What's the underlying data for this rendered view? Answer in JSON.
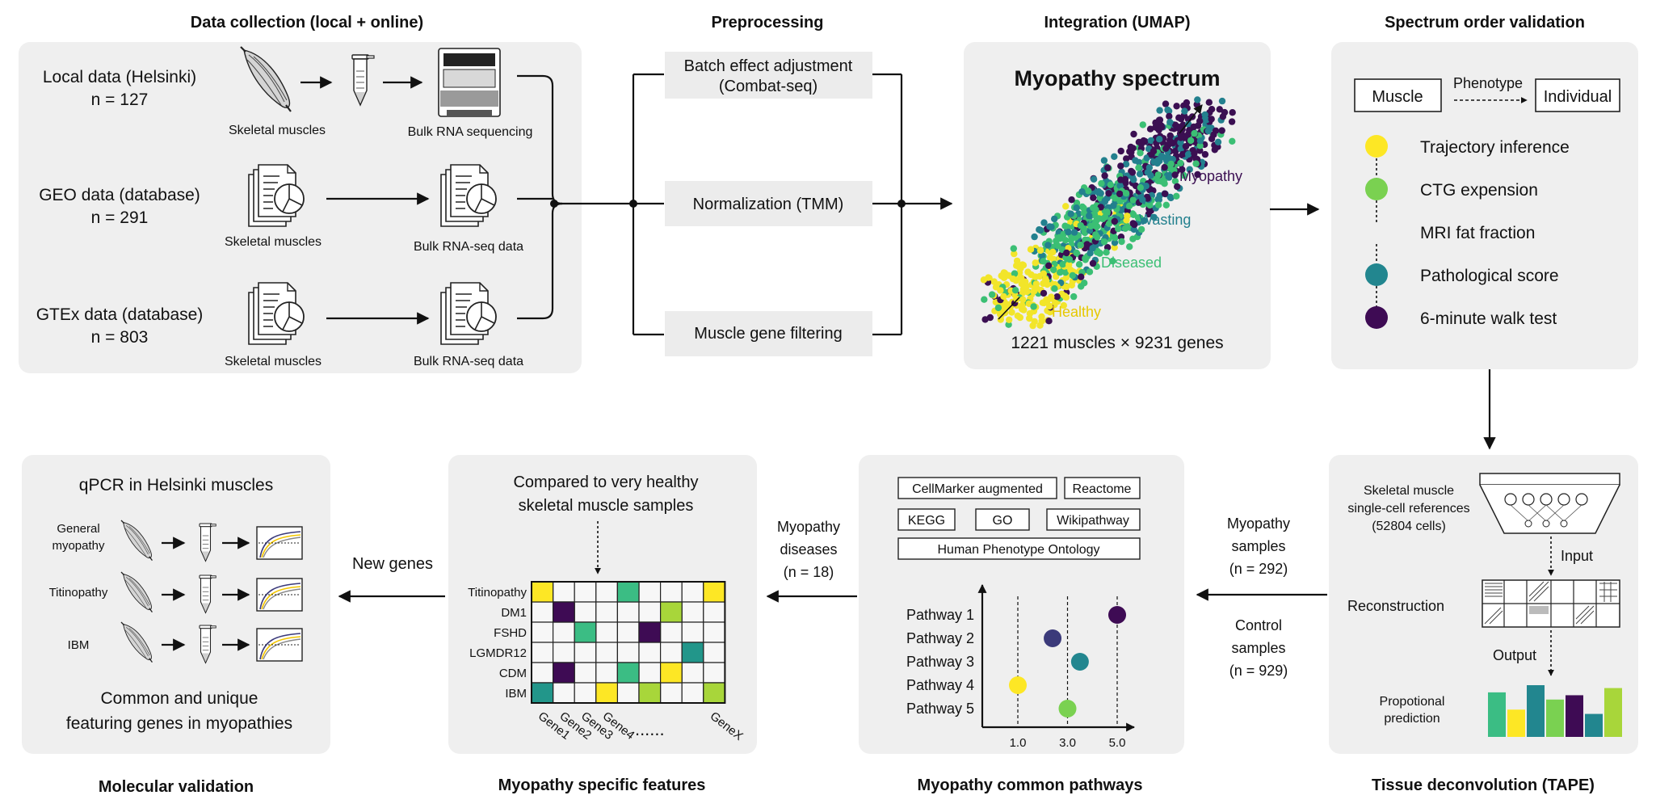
{
  "headers": {
    "data_collection": "Data collection (local + online)",
    "preprocessing": "Preprocessing",
    "integration": "Integration (UMAP)",
    "spectrum_validation": "Spectrum order validation",
    "molecular_validation": "Molecular validation",
    "specific_features": "Myopathy specific features",
    "common_pathways": "Myopathy common pathways",
    "deconvolution": "Tissue deconvolution (TAPE)"
  },
  "data_collection": {
    "local_label": "Local data (Helsinki)",
    "local_n": "n = 127",
    "geo_label": "GEO data (database)",
    "geo_n": "n = 291",
    "gtex_label": "GTEx data (database)",
    "gtex_n": "n = 803",
    "skeletal_muscles": "Skeletal muscles",
    "bulk_rna_sequencing": "Bulk RNA sequencing",
    "bulk_rnaseq_data": "Bulk RNA-seq data"
  },
  "preprocessing": {
    "step1_line1": "Batch effect adjustment",
    "step1_line2": "(Combat-seq)",
    "step2": "Normalization (TMM)",
    "step3": "Muscle gene filtering"
  },
  "integration": {
    "title": "Myopathy spectrum",
    "label_myopathy": "Myopathy",
    "label_wasting": "Wasting",
    "label_diseased": "Diseased",
    "label_healthy": "Healthy",
    "caption": "1221 muscles × 9231 genes",
    "colors": {
      "myopathy": "#3b0f52",
      "wasting": "#23808e",
      "diseased": "#3bbf74",
      "healthy": "#f2e52a"
    }
  },
  "spectrum": {
    "muscle": "Muscle",
    "phenotype": "Phenotype",
    "individual": "Individual",
    "items": [
      {
        "label": "Trajectory inference",
        "color": "#fde725"
      },
      {
        "label": "CTG expension",
        "color": "#7ad151"
      },
      {
        "label": "MRI fat fraction",
        "color": "#ffffff"
      },
      {
        "label": "Pathological score",
        "color": "#22868f"
      },
      {
        "label": "6-minute walk test",
        "color": "#3e0b54"
      }
    ]
  },
  "deconvolution": {
    "reference_line1": "Skeletal muscle",
    "reference_line2": "single-cell references",
    "reference_line3": "(52804 cells)",
    "input": "Input",
    "reconstruction": "Reconstruction",
    "output": "Output",
    "prediction_line1": "Propotional",
    "prediction_line2": "prediction",
    "bar_values": [
      0.62,
      0.38,
      0.72,
      0.52,
      0.58,
      0.32,
      0.68
    ],
    "bar_colors": [
      "#3bbd84",
      "#fde725",
      "#22868f",
      "#7ad151",
      "#3e0b54",
      "#22868f",
      "#a8d63a"
    ]
  },
  "flows": {
    "myopathy_samples_line1": "Myopathy",
    "myopathy_samples_line2": "samples",
    "myopathy_samples_line3": "(n = 292)",
    "control_samples_line1": "Control",
    "control_samples_line2": "samples",
    "control_samples_line3": "(n = 929)",
    "diseases_line1": "Myopathy",
    "diseases_line2": "diseases",
    "diseases_line3": "(n = 18)",
    "new_genes": "New genes"
  },
  "pathways": {
    "databases": [
      "CellMarker augmented",
      "Reactome",
      "KEGG",
      "GO",
      "Wikipathway",
      "Human Phenotype Ontology"
    ],
    "rows": [
      "Pathway 1",
      "Pathway 2",
      "Pathway 3",
      "Pathway 4",
      "Pathway 5"
    ],
    "ticks": [
      "1.0",
      "3.0",
      "5.0"
    ],
    "points": [
      {
        "row": 0,
        "value": 5.0,
        "color": "#3e0b54"
      },
      {
        "row": 1,
        "value": 2.4,
        "color": "#3b3a7a"
      },
      {
        "row": 2,
        "value": 3.5,
        "color": "#22868f"
      },
      {
        "row": 3,
        "value": 1.0,
        "color": "#fde725"
      },
      {
        "row": 4,
        "value": 3.0,
        "color": "#7ad151"
      }
    ]
  },
  "features": {
    "title_line1": "Compared to very healthy",
    "title_line2": "skeletal muscle samples",
    "rows": [
      "Titinopathy",
      "DM1",
      "FSHD",
      "LGMDR12",
      "CDM",
      "IBM"
    ],
    "cols": [
      "Gene1",
      "Gene2",
      "Gene3",
      "Gene4",
      "......",
      "GeneX"
    ],
    "cells": [
      {
        "r": 0,
        "c": 0,
        "color": "#fde725"
      },
      {
        "r": 0,
        "c": 4,
        "color": "#3bbd84"
      },
      {
        "r": 0,
        "c": 8,
        "color": "#fde725"
      },
      {
        "r": 1,
        "c": 1,
        "color": "#3e0b54"
      },
      {
        "r": 1,
        "c": 6,
        "color": "#a8d63a"
      },
      {
        "r": 2,
        "c": 2,
        "color": "#3bbd84"
      },
      {
        "r": 2,
        "c": 5,
        "color": "#3e0b54"
      },
      {
        "r": 3,
        "c": 7,
        "color": "#22968a"
      },
      {
        "r": 4,
        "c": 1,
        "color": "#3e0b54"
      },
      {
        "r": 4,
        "c": 4,
        "color": "#3bbd84"
      },
      {
        "r": 4,
        "c": 6,
        "color": "#fde725"
      },
      {
        "r": 5,
        "c": 0,
        "color": "#22968a"
      },
      {
        "r": 5,
        "c": 3,
        "color": "#fde725"
      },
      {
        "r": 5,
        "c": 5,
        "color": "#a8d63a"
      },
      {
        "r": 5,
        "c": 8,
        "color": "#a8d63a"
      }
    ]
  },
  "molecular": {
    "title": "qPCR in Helsinki muscles",
    "row1_line1": "General",
    "row1_line2": "myopathy",
    "row2": "Titinopathy",
    "row3": "IBM",
    "caption_line1": "Common and unique",
    "caption_line2": "featuring genes in myopathies"
  }
}
